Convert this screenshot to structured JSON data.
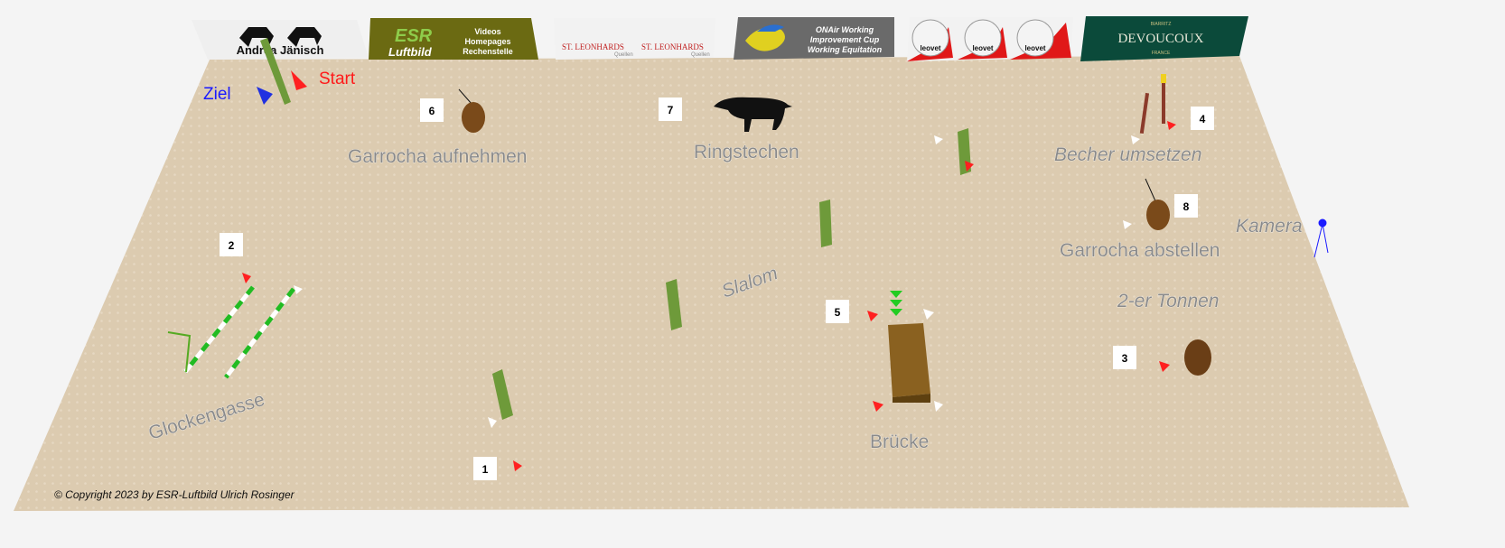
{
  "banners": [
    {
      "text": "Andrea Jänisch",
      "bg": "#efefef"
    },
    {
      "logo": "ESR",
      "sub": "Luftbild",
      "lines": [
        "Videos",
        "Homepages",
        "Rechenstelle"
      ],
      "bg": "#6b6a12"
    },
    {
      "text": "ST. LEONHARDS",
      "sub": "Quellen",
      "bg": "#f2f2f2"
    },
    {
      "lines": [
        "ONAir Working",
        "Improvement Cup",
        "Working Equitation"
      ],
      "bg": "#6a6a6a"
    },
    {
      "text": "leovet",
      "bg": "#f2f2f2"
    },
    {
      "text": "DEVOUCOUX",
      "top": "BIARRITZ",
      "bottom": "FRANCE",
      "bg": "#0b4a3a"
    }
  ],
  "markers": {
    "finish": "Ziel",
    "start": "Start"
  },
  "stations": [
    {
      "num": "1"
    },
    {
      "num": "2"
    },
    {
      "num": "3"
    },
    {
      "num": "4"
    },
    {
      "num": "5"
    },
    {
      "num": "6"
    },
    {
      "num": "7"
    },
    {
      "num": "8"
    }
  ],
  "labels": {
    "garrocha_pick": "Garrocha aufnehmen",
    "ring": "Ringstechen",
    "cups": "Becher umsetzen",
    "garrocha_drop": "Garrocha abstellen",
    "camera": "Kamera",
    "slalom": "Slalom",
    "barrels": "2-er Tonnen",
    "bells": "Glockengasse",
    "bridge": "Brücke"
  },
  "copyright": "© Copyright 2023 by ESR-Luftbild Ulrich Rosinger",
  "colors": {
    "arena": "#dccbb0",
    "start": "#ff1a1a",
    "finish": "#1a1aff"
  }
}
